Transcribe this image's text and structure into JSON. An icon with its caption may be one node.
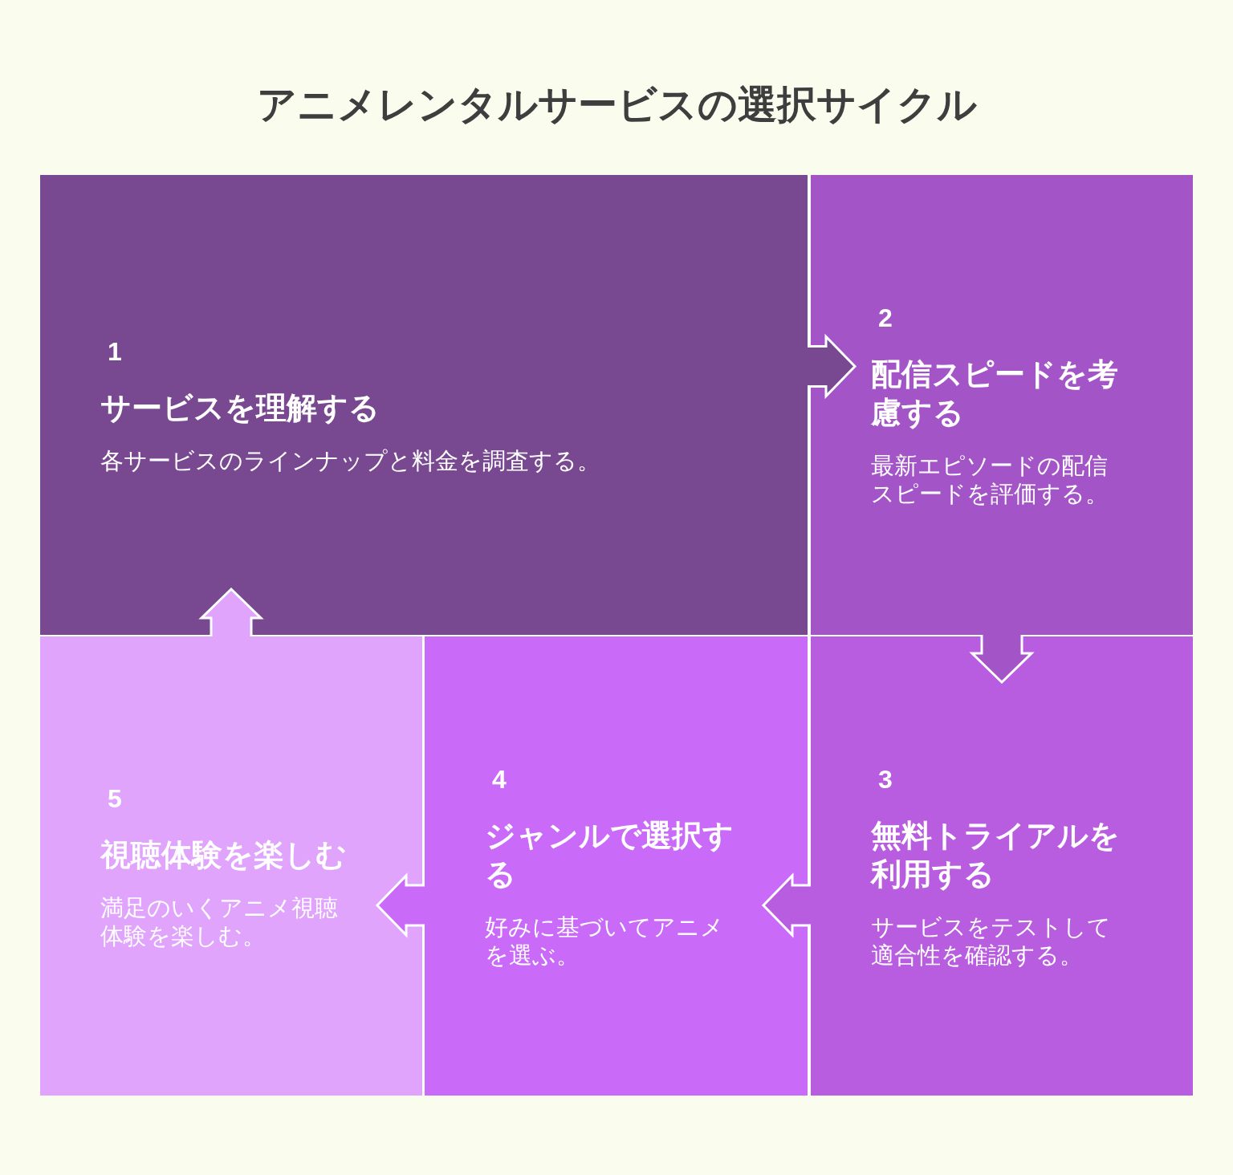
{
  "diagram": {
    "title": "アニメレンタルサービスの選択サイクル",
    "nodes": [
      {
        "text": [
          "1",
          "サービスを理解する",
          "各サービスのラインナップと料金を調査する。"
        ]
      },
      {
        "text": [
          "2",
          "配信スピードを考慮する",
          "最新エピソードの配信スピードを評価する。"
        ]
      },
      {
        "text": [
          "3",
          "無料トライアルを利用する",
          "サービスをテストして適合性を確認する。"
        ]
      },
      {
        "text": [
          "4",
          "ジャンルで選択する",
          "好みに基づいてアニメを選ぶ。"
        ]
      },
      {
        "text": [
          "5",
          "視聴体験を楽しむ",
          "満足のいくアニメ視聴体験を楽しむ。"
        ]
      }
    ],
    "edges": [
      {
        "from": 0,
        "to": 1,
        "arrow": "to"
      },
      {
        "from": 1,
        "to": 2,
        "arrow": "to"
      },
      {
        "from": 2,
        "to": 3,
        "arrow": "to"
      },
      {
        "from": 3,
        "to": 4,
        "arrow": "to"
      },
      {
        "from": 4,
        "to": 0,
        "arrow": "to"
      }
    ]
  }
}
